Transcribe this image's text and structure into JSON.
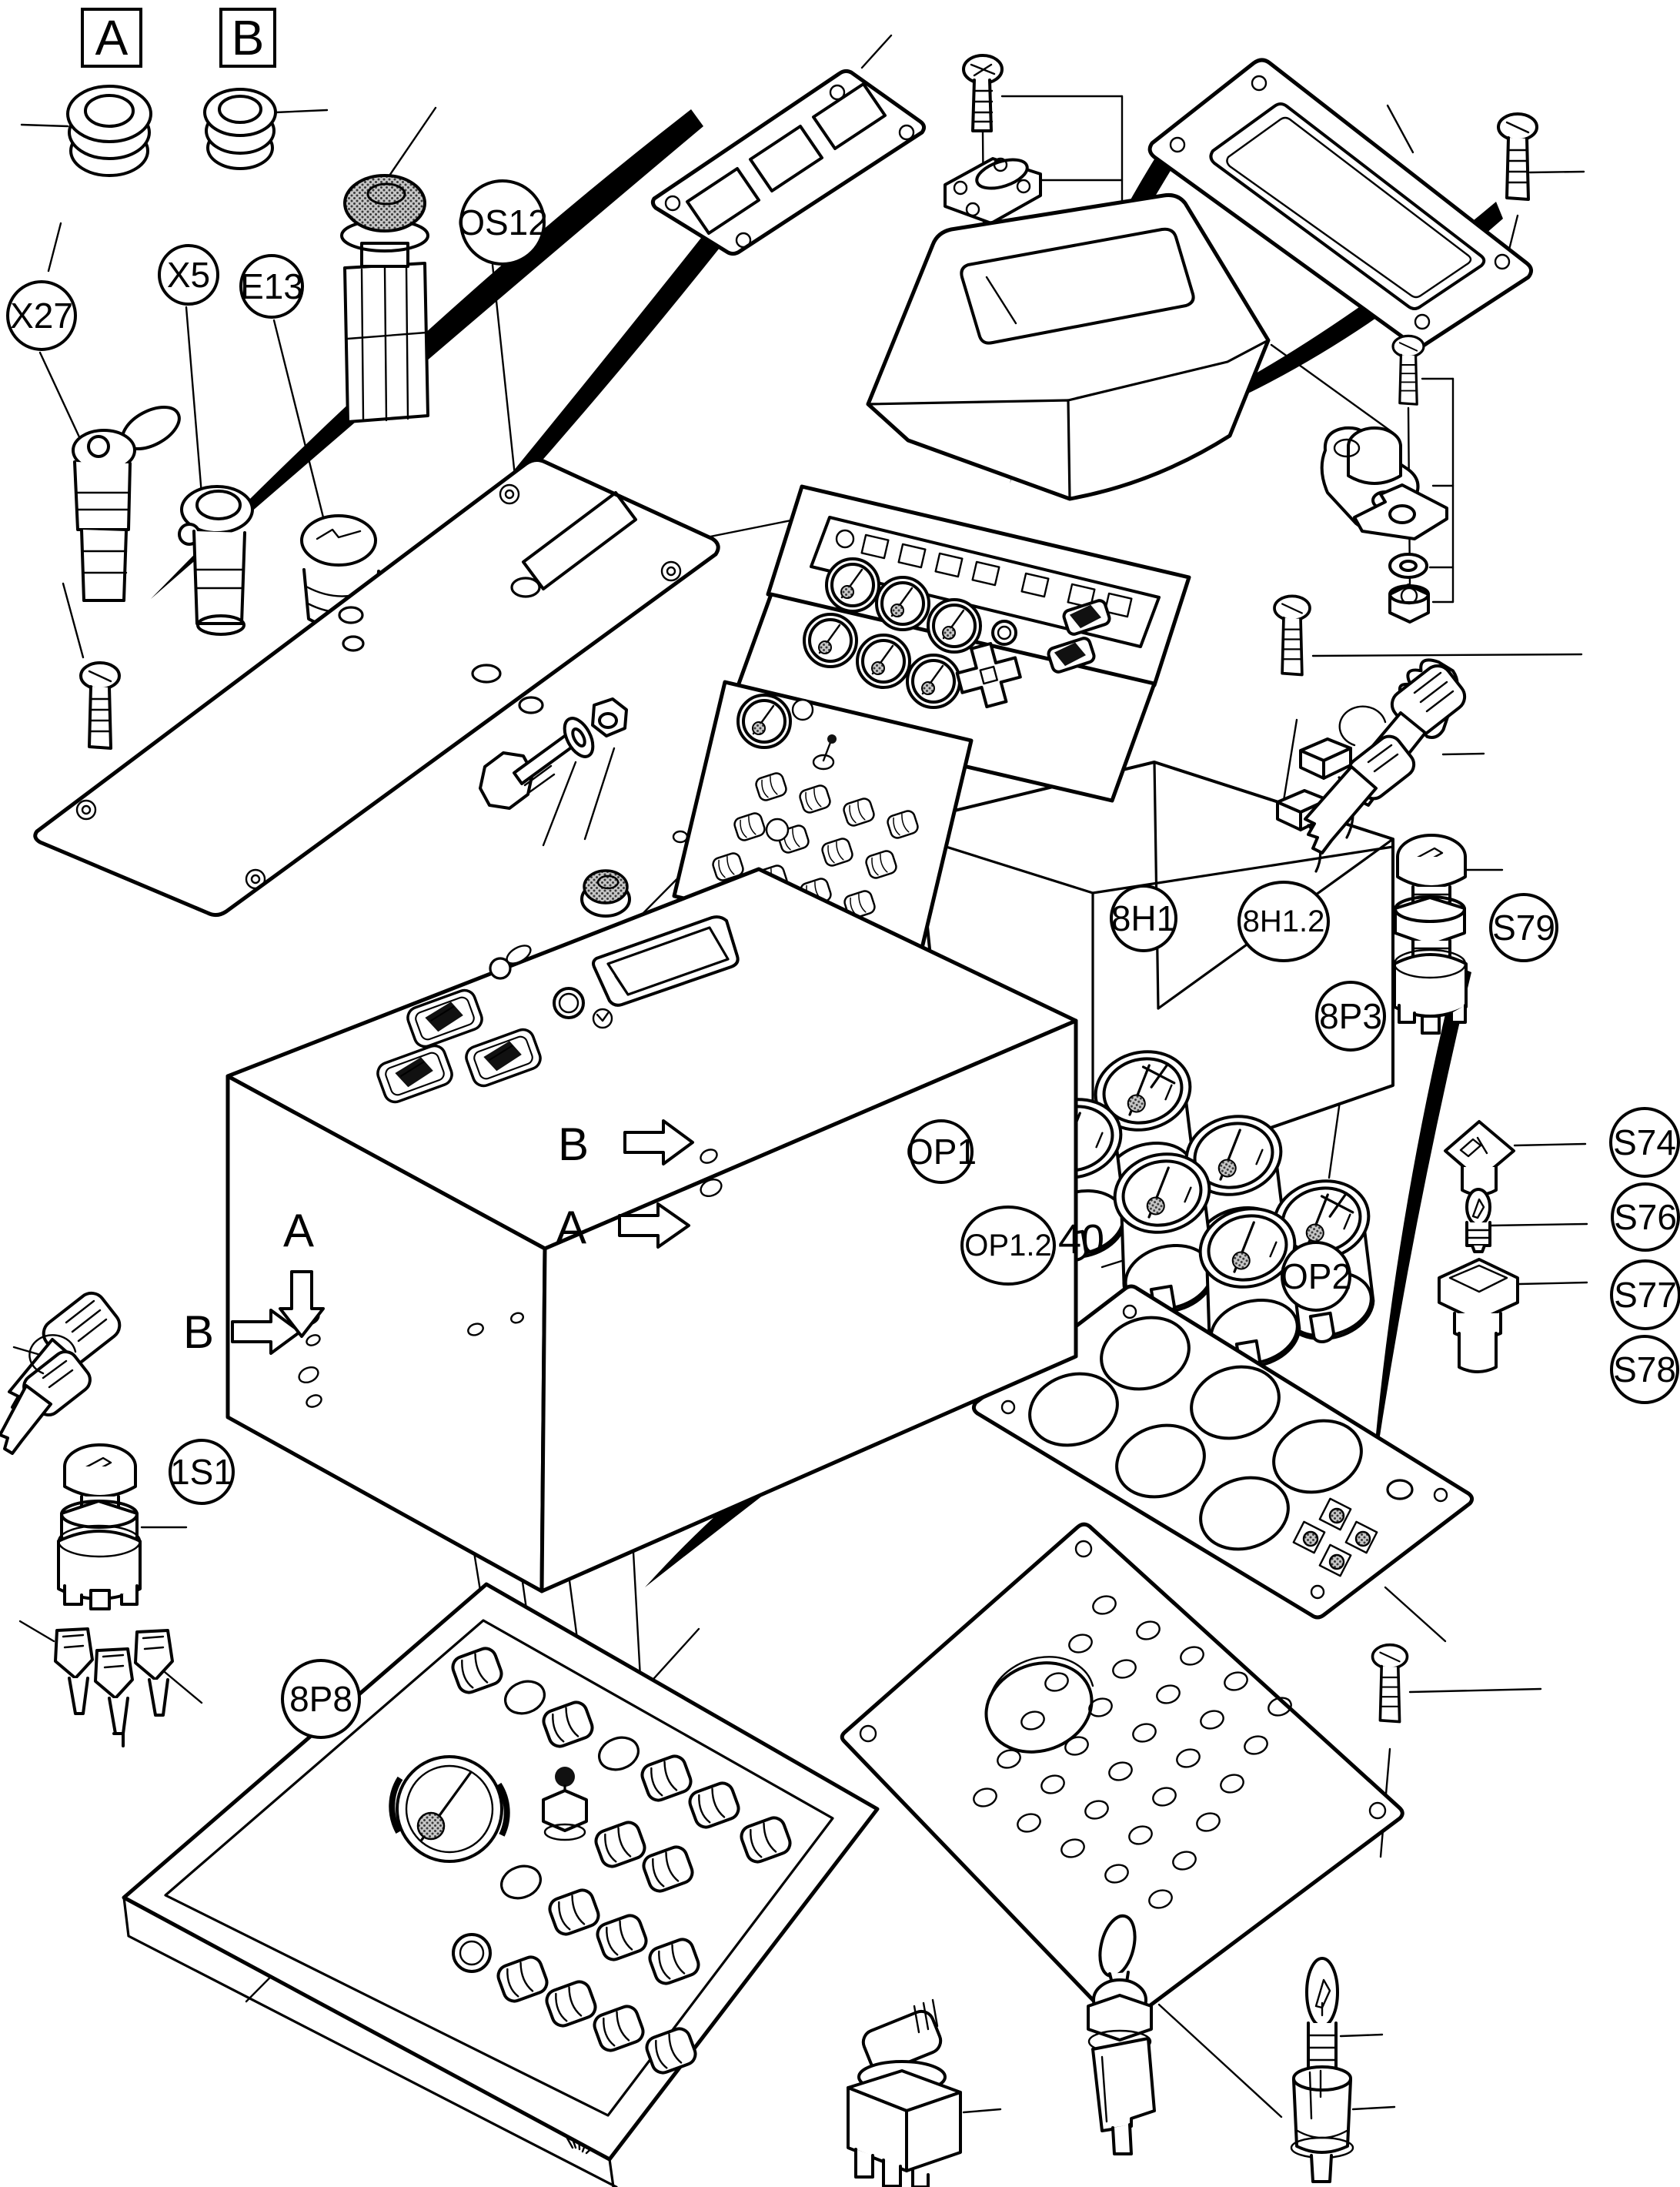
{
  "diagram": {
    "type": "exploded-parts-diagram",
    "subject": "control-console-instrument-panel-assembly"
  },
  "labels": {
    "ref_box_a": "A",
    "ref_box_b": "B",
    "x27": "X27",
    "x5": "X5",
    "e13": "E13",
    "os12": "OS12",
    "h8h1": "8H1",
    "h8h1_2": "8H1.2",
    "p8p3": "8P3",
    "s79": "S79",
    "op1": "OP1",
    "op1_2": "OP1.2",
    "item_40": "40",
    "op2": "OP2",
    "s74": "S74",
    "s76": "S76",
    "s77": "S77",
    "s78": "S78",
    "s1s1": "1S1",
    "p8p8": "8P8",
    "view_a_side": "A",
    "view_b_side": "B",
    "view_a_front": "A",
    "view_b_front": "B"
  }
}
